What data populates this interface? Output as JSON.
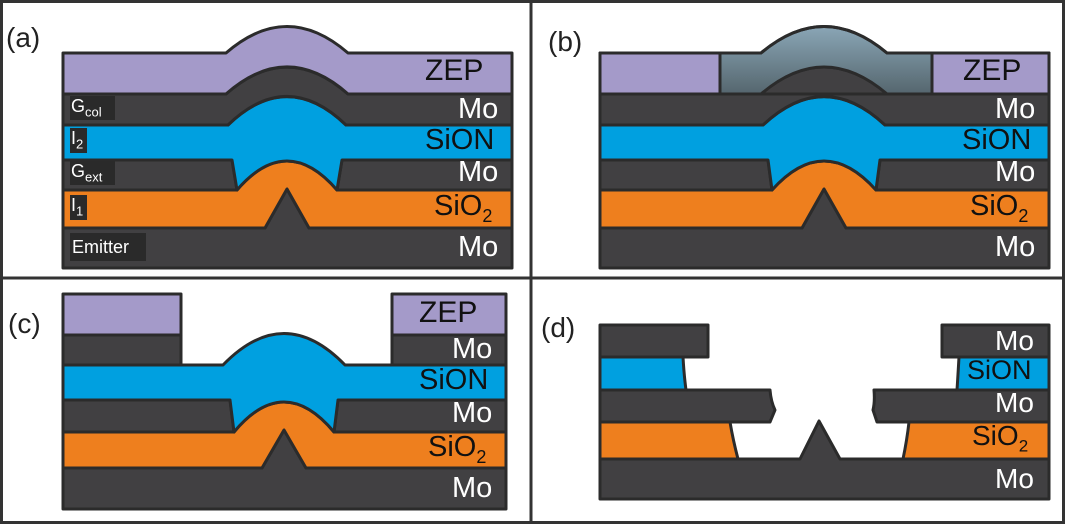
{
  "figure": {
    "panels": [
      {
        "id": "a",
        "label": "(a)"
      },
      {
        "id": "b",
        "label": "(b)"
      },
      {
        "id": "c",
        "label": "(c)"
      },
      {
        "id": "d",
        "label": "(d)"
      }
    ],
    "layers": {
      "zep": "ZEP",
      "mo": "Mo",
      "sion": "SiON",
      "sio2_base": "SiO",
      "sio2_sub": "2"
    },
    "electrodes": {
      "gcol_main": "G",
      "gcol_sub": "col",
      "i2_main": "I",
      "i2_sub": "2",
      "gext_main": "G",
      "gext_sub": "ext",
      "i1_main": "I",
      "i1_sub": "1",
      "emitter": "Emitter"
    },
    "colors": {
      "zep": "#a49ac9",
      "mo": "#414042",
      "sion": "#00a0e0",
      "sio2": "#ee7f1e",
      "outline": "#2b2b2b",
      "exposed_top": "#86a3b3",
      "exposed_bottom": "#5a6f78"
    }
  }
}
